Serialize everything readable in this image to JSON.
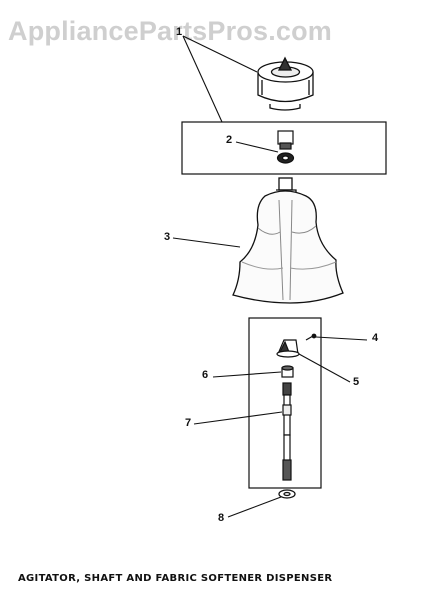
{
  "watermark": "AppliancePartsPros.com",
  "callouts": {
    "c1": "1",
    "c2": "2",
    "c3": "3",
    "c4": "4",
    "c5": "5",
    "c6": "6",
    "c7": "7",
    "c8": "8"
  },
  "caption": "AGITATOR, SHAFT AND FABRIC SOFTENER DISPENSER"
}
